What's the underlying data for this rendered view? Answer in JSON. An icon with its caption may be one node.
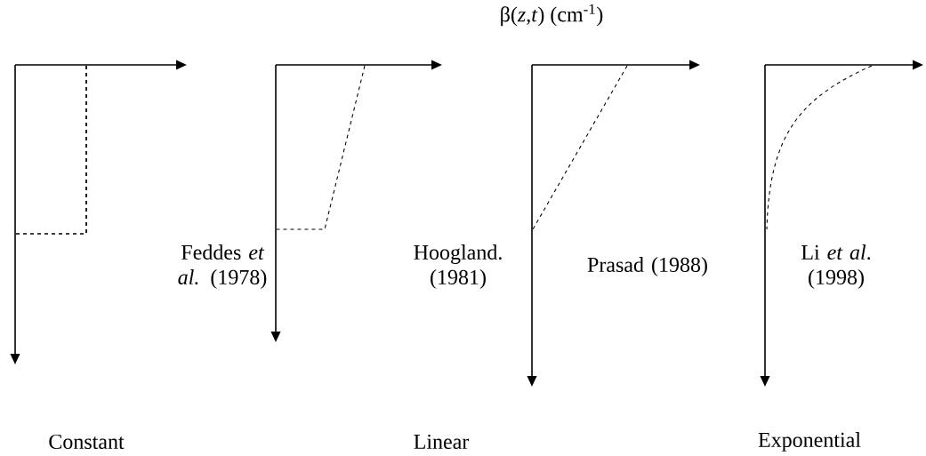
{
  "diagram": {
    "title": "β(*z*,*t*) (cm$^{-1}$)",
    "labels": [
      "Feddes *et al.* (1978)",
      "Hoogland. (1981)",
      "Prasad (1988)",
      "Li *et al*. (1998)",
      "Constant",
      "Linear",
      "Exponential"
    ]
  }
}
